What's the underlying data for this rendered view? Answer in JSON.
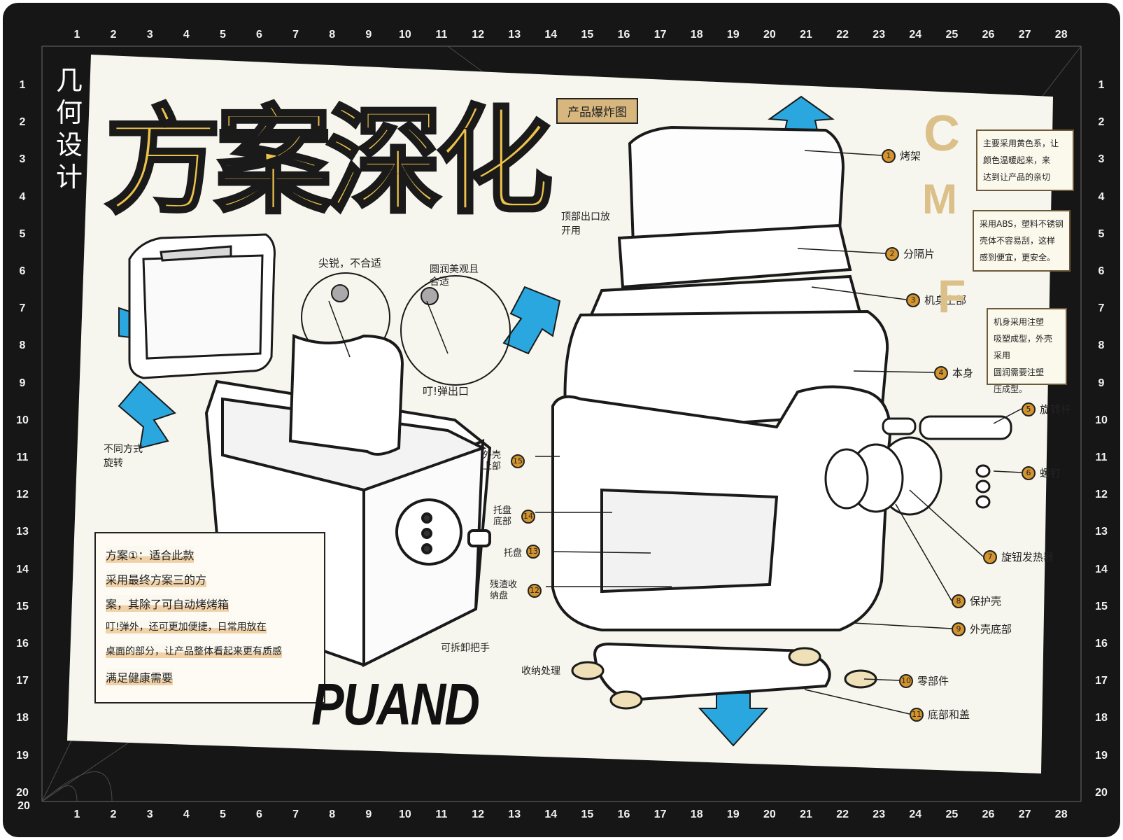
{
  "ruler": {
    "top": [
      "1",
      "2",
      "3",
      "4",
      "5",
      "6",
      "7",
      "8",
      "9",
      "10",
      "11",
      "12",
      "13",
      "14",
      "15",
      "16",
      "17",
      "18",
      "19",
      "20",
      "21",
      "22",
      "23",
      "24",
      "25",
      "26",
      "27",
      "28"
    ],
    "side": [
      "1",
      "2",
      "3",
      "4",
      "5",
      "6",
      "7",
      "8",
      "9",
      "10",
      "11",
      "12",
      "13",
      "14",
      "15",
      "16",
      "17",
      "18",
      "19",
      "20"
    ],
    "bottom_corner": "20",
    "bottom": [
      "1",
      "2",
      "3",
      "4",
      "5",
      "6",
      "7",
      "8",
      "9",
      "10",
      "11",
      "12",
      "13",
      "14",
      "15",
      "16",
      "17",
      "18",
      "19",
      "20",
      "21",
      "22",
      "23",
      "24",
      "25",
      "26",
      "27",
      "28"
    ]
  },
  "side_label": [
    "几",
    "何",
    "设",
    "计"
  ],
  "title": "方案深化",
  "explode_tag": "产品爆炸图",
  "detail_notes": {
    "sharp": "尖锐，不合适",
    "round": "圆润美观且合适",
    "popup": "叮!弹出口",
    "rotate": "不同方式旋转"
  },
  "side_notes": {
    "top_release": "顶部出口放开用",
    "handle_label": "可拆卸把手",
    "deco_bottom": "收纳处理"
  },
  "callouts": [
    {
      "num": "1",
      "label": "烤架"
    },
    {
      "num": "2",
      "label": "分隔片"
    },
    {
      "num": "3",
      "label": "机身上部"
    },
    {
      "num": "4",
      "label": "本身"
    },
    {
      "num": "5",
      "label": "旋转杆"
    },
    {
      "num": "6",
      "label": "螺钉"
    },
    {
      "num": "7",
      "label": "旋钮发热器"
    },
    {
      "num": "8",
      "label": "保护壳"
    },
    {
      "num": "9",
      "label": "外壳底部"
    },
    {
      "num": "10",
      "label": "零部件"
    },
    {
      "num": "11",
      "label": "底部和盖"
    },
    {
      "num": "12",
      "label": "残渣收纳盘"
    },
    {
      "num": "13",
      "label": "托盘"
    },
    {
      "num": "14",
      "label": "托盘底部"
    },
    {
      "num": "15",
      "label": "外壳上部"
    }
  ],
  "cmf": {
    "c_letter": "C",
    "m_letter": "M",
    "f_letter": "F",
    "c_note": [
      "主要采用黄色系，让",
      "颜色温暖起来，来",
      "达到让产品的亲切"
    ],
    "m_note": [
      "采用ABS，塑料不锈钢",
      "壳体不容易刮，这样",
      "感到便宜，更安全。"
    ],
    "f_note": [
      "机身采用注塑",
      "吸塑成型，外壳采用",
      "圆润需要注塑",
      "压成型。"
    ]
  },
  "spec": [
    "方案①：适合此款",
    "采用最终方案三的方",
    "案，其除了可自动烤烤箱",
    "叮!弹外，还可更加便捷，日常用放在",
    "桌面的部分，让产品整体看起来更有质感",
    "满足健康需要"
  ],
  "brand": "PUAND",
  "colors": {
    "yellow": "#ecc24a",
    "blue": "#29a8e0",
    "tan": "#d8b77f",
    "orange": "#d4942e"
  }
}
